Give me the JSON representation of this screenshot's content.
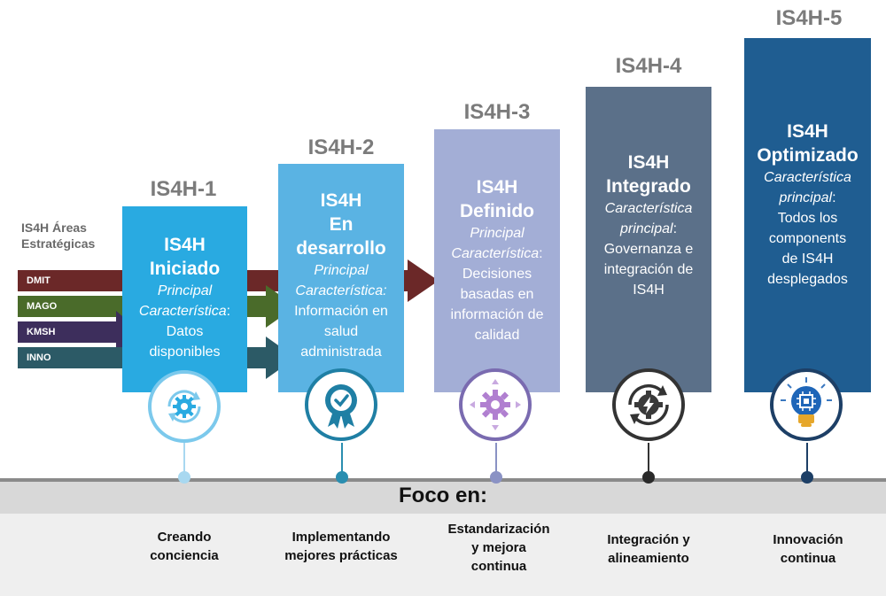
{
  "areas": {
    "title_line1": "IS4H Áreas",
    "title_line2": "Estratégicas",
    "items": [
      {
        "label": "DMIT",
        "color": "#6b2828"
      },
      {
        "label": "MAGO",
        "color": "#4a6b2a"
      },
      {
        "label": "KMSH",
        "color": "#3d2e5c"
      },
      {
        "label": "INNO",
        "color": "#2c5a66"
      }
    ]
  },
  "levels": [
    {
      "code": "IS4H-1",
      "title1": "IS4H",
      "title2": "Iniciado",
      "title3": "",
      "char1": "Principal",
      "char2": "Característica",
      "char_suffix": ":",
      "desc": [
        "Datos",
        "disponibles"
      ],
      "color": "#29aae1",
      "icon": "gear-cycle-icon"
    },
    {
      "code": "IS4H-2",
      "title1": "IS4H",
      "title2": "En",
      "title3": "desarrollo",
      "char1": "Principal",
      "char2": "Característica:",
      "char_suffix": "",
      "desc": [
        "Información en",
        "salud",
        "administrada"
      ],
      "color": "#5ab3e3",
      "icon": "award-badge-icon"
    },
    {
      "code": "IS4H-3",
      "title1": "IS4H",
      "title2": "Definido",
      "title3": "",
      "char1": "Principal",
      "char2": "Característica",
      "char_suffix": ":",
      "desc": [
        "Decisiones",
        "basadas en",
        "información de",
        "calidad"
      ],
      "color": "#a3aed6",
      "icon": "gear-arrows-icon"
    },
    {
      "code": "IS4H-4",
      "title1": "IS4H",
      "title2": "Integrado",
      "title3": "",
      "char1": "Característica",
      "char2": "principal",
      "char_suffix": ":",
      "desc": [
        "Governanza e",
        "integración de",
        "IS4H"
      ],
      "color": "#5b7089",
      "icon": "gear-lightning-icon"
    },
    {
      "code": "IS4H-5",
      "title1": "IS4H",
      "title2": "Optimizado",
      "title3": "",
      "char1": "Característica",
      "char2": "principal",
      "char_suffix": ":",
      "desc": [
        "Todos los",
        "components",
        "de IS4H",
        "desplegados"
      ],
      "color": "#1f5d91",
      "icon": "lightbulb-chip-icon"
    }
  ],
  "focus": {
    "title": "Foco en:",
    "items": [
      [
        "Creando",
        "conciencia"
      ],
      [
        "Implementando",
        "mejores prácticas"
      ],
      [
        "Estandarización",
        "y mejora",
        "continua"
      ],
      [
        "Integración y",
        "alineamiento"
      ],
      [
        "Innovación",
        "continua"
      ]
    ]
  }
}
